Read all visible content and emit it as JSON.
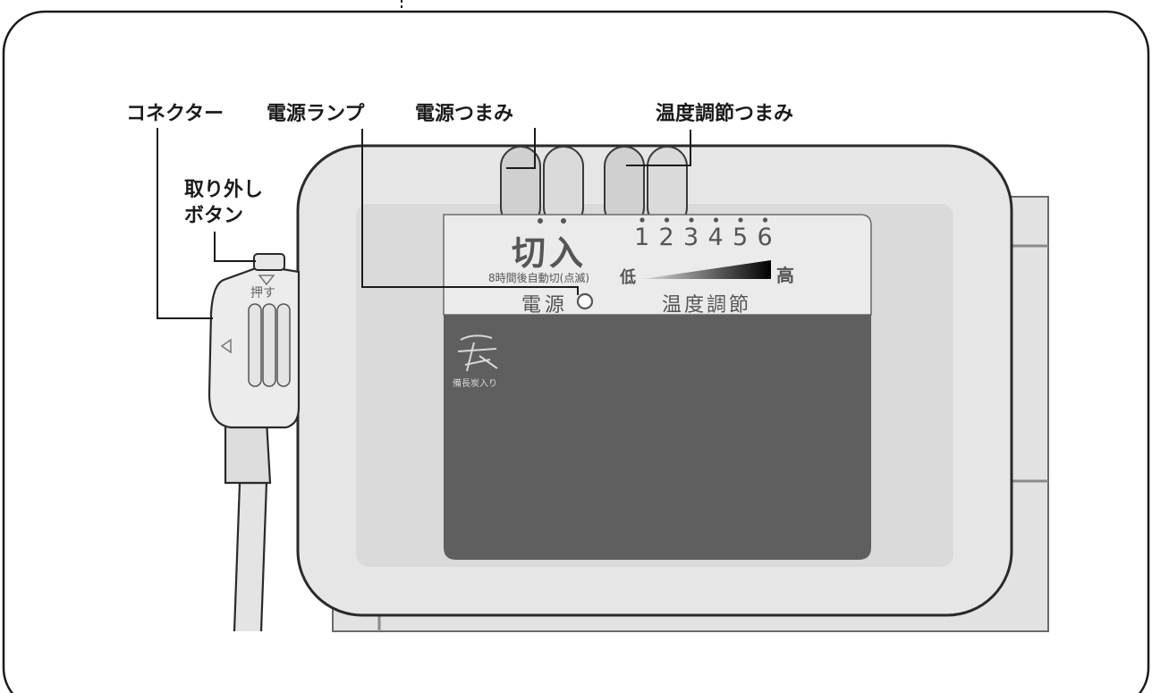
{
  "labels": {
    "connector": "コネクター",
    "power_lamp": "電源ランプ",
    "power_knob": "電源つまみ",
    "temp_knob": "温度調節つまみ",
    "release_button_line1": "取り外し",
    "release_button_line2": "ボタン"
  },
  "connector": {
    "push_label": "押す"
  },
  "panel": {
    "off": "切",
    "on": "入",
    "timer_note": "8時間後自動切(点滅)",
    "power_label": "電源",
    "temp_label": "温度調節",
    "low": "低",
    "high": "高",
    "levels": [
      "1",
      "2",
      "3",
      "4",
      "5",
      "6"
    ]
  },
  "logo": {
    "text": "備長炭入り"
  },
  "colors": {
    "frame_stroke": "#1a1a1a",
    "body_fill": "#e6e6e6",
    "panel_fill": "#ebebeb",
    "window_fill": "#5f5f60",
    "panel_text": "#555555"
  }
}
